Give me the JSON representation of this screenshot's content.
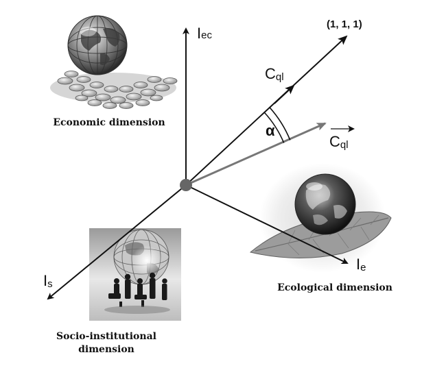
{
  "diagram": {
    "axes": {
      "economic": {
        "symbol": "I",
        "sub": "ec"
      },
      "social": {
        "symbol": "I",
        "sub": "s"
      },
      "ecological": {
        "symbol": "I",
        "sub": "e"
      },
      "ideal_point": "(1, 1, 1)"
    },
    "vectors": {
      "ideal": {
        "symbol": "C",
        "sub": "ql"
      },
      "actual": {
        "symbol": "C",
        "sub": "ql"
      },
      "angle": "α"
    },
    "dimensions": {
      "economic": "Economic dimension",
      "ecological": "Ecological dimension",
      "social_line1": "Socio-institutional",
      "social_line2": "dimension"
    }
  },
  "colors": {
    "ink": "#111111",
    "vector_gray": "#777777",
    "origin": "#666666"
  },
  "icons": [
    "globe-on-coins-image",
    "earth-on-leaf-image",
    "globe-with-silhouettes-image"
  ]
}
